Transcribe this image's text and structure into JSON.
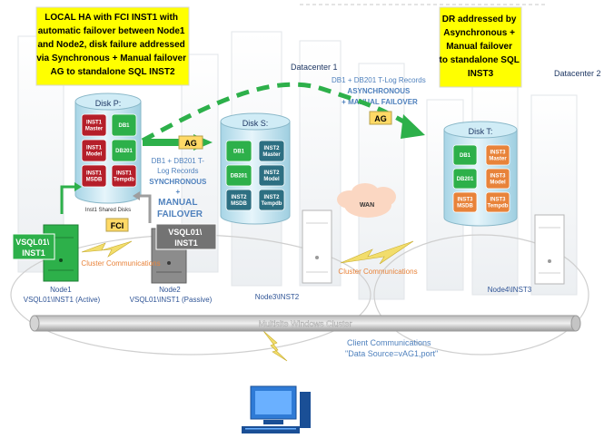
{
  "callouts": {
    "local_ha": [
      "LOCAL HA with FCI INST1 with",
      "automatic failover between Node1",
      "and Node2, disk failure addressed",
      "via Synchronous + Manual failover",
      "AG to standalone SQL INST2"
    ],
    "dr": [
      "DR addressed by",
      "Asynchronous +",
      "Manual failover",
      "to standalone SQL",
      "INST3"
    ]
  },
  "datacenters": {
    "dc1": "Datacenter 1",
    "dc2": "Datacenter 2"
  },
  "async_label": [
    "DB1 + DB201 T-Log Records",
    "ASYNCHRONOUS",
    "+ MANUAL FAILOVER"
  ],
  "sync_label": {
    "records": [
      "DB1 + DB201 T-",
      "Log Records"
    ],
    "mode": [
      "SYNCHRONOUS",
      "+"
    ],
    "failover": [
      "MANUAL",
      "FAILOVER"
    ]
  },
  "ag_tag": "AG",
  "fci_tag": "FCI",
  "wan": "WAN",
  "disks": {
    "p": {
      "title": "Disk P:",
      "footer": "Inst1 Shared Disks",
      "cells": [
        [
          "INST1",
          "Master"
        ],
        [
          "DB1"
        ],
        [
          "INST1",
          "Model"
        ],
        [
          "DB201"
        ],
        [
          "INST1",
          "MSDB"
        ],
        [
          "INST1",
          "Tempdb"
        ]
      ]
    },
    "s": {
      "title": "Disk S:",
      "cells": [
        [
          "DB1"
        ],
        [
          "INST2",
          "Master"
        ],
        [
          "DB201"
        ],
        [
          "INST2",
          "Model"
        ],
        [
          "INST2",
          "MSDB"
        ],
        [
          "INST2",
          "Tempdb"
        ]
      ]
    },
    "t": {
      "title": "Disk T:",
      "cells": [
        [
          "DB1"
        ],
        [
          "INST3",
          "Master"
        ],
        [
          "DB201"
        ],
        [
          "INST3",
          "Model"
        ],
        [
          "INST3",
          "MSDB"
        ],
        [
          "INST3",
          "Tempdb"
        ]
      ]
    }
  },
  "vsql_labels": {
    "active": [
      "VSQL01\\",
      "INST1"
    ],
    "passive": [
      "VSQL01\\",
      "INST1"
    ]
  },
  "cluster_comm": "Cluster Communications",
  "nodes": {
    "node1": [
      "Node1",
      "VSQL01\\INST1 (Active)"
    ],
    "node2": [
      "Node2",
      "VSQL01\\INST1 (Passive)"
    ],
    "node3": "Node3\\INST2",
    "node4": "Node4\\INST3"
  },
  "multisite": "Multisite Windows Cluster",
  "client": [
    "Client Communications",
    "\"Data Source=vAG1,port\""
  ],
  "colors": {
    "green": "#2db04a",
    "red": "#b51f2a",
    "orange": "#e8833a",
    "teal": "#2d6f82",
    "yellow": "#ffff00",
    "blue_text": "#4f81bd"
  }
}
